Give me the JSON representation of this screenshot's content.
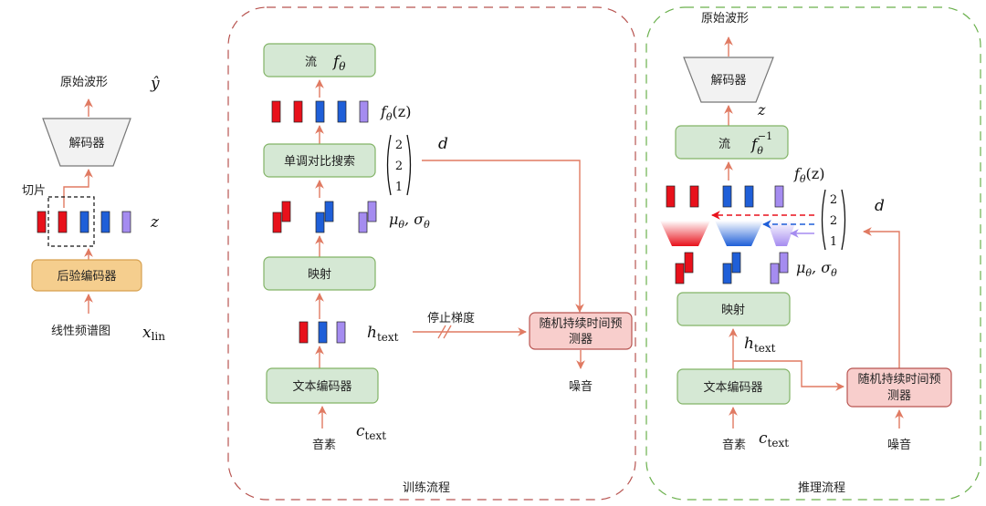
{
  "left": {
    "output_label": "原始波形",
    "output_symbol": "ŷ",
    "decoder": "解码器",
    "slice_label": "切片",
    "z_symbol": "z",
    "posterior_encoder": "后验编码器",
    "input_label": "线性频谱图",
    "x_symbol": "x",
    "x_sub": "lin"
  },
  "training": {
    "title": "训练流程",
    "flow_box": "流",
    "f_theta": "f",
    "f_theta_z": "f",
    "f_theta_z_rest": "(z)",
    "monotonic_search": "单调对比搜索",
    "vector": [
      "2",
      "2",
      "1"
    ],
    "d_symbol": "d",
    "mu_sigma": "μ",
    "mu_sigma_rest": ", σ",
    "projection": "映射",
    "h_symbol": "h",
    "h_sub": "text",
    "stop_gradient": "停止梯度",
    "duration_predictor_line1": "随机持续时间预",
    "duration_predictor_line2": "测器",
    "noise": "噪音",
    "text_encoder": "文本编码器",
    "phoneme": "音素",
    "c_symbol": "c",
    "c_sub": "text"
  },
  "inference": {
    "title": "推理流程",
    "output_label": "原始波形",
    "decoder": "解码器",
    "z_symbol": "z",
    "flow_box": "流",
    "f_inv": "f",
    "f_inv_sup": "−1",
    "f_theta_z": "f",
    "f_theta_z_rest": "(z)",
    "vector": [
      "2",
      "2",
      "1"
    ],
    "d_symbol": "d",
    "mu_sigma": "μ",
    "mu_sigma_rest": ", σ",
    "projection": "映射",
    "h_symbol": "h",
    "h_sub": "text",
    "text_encoder": "文本编码器",
    "duration_predictor_line1": "随机持续时间预",
    "duration_predictor_line2": "测器",
    "phoneme": "音素",
    "c_symbol": "c",
    "c_sub": "text",
    "noise": "噪音"
  },
  "colors": {
    "green_fill": "#d5e8d4",
    "green_stroke": "#82b366",
    "orange_fill": "#f5ce8e",
    "orange_stroke": "#d6a04f",
    "red_fill": "#f8cecc",
    "red_stroke": "#b85450",
    "arrow": "#e07a62",
    "bar_red": "#e8111b",
    "bar_blue": "#1f5fd8",
    "bar_purple": "#a58cf0",
    "train_border": "#b85450",
    "infer_border": "#6ab04c"
  }
}
